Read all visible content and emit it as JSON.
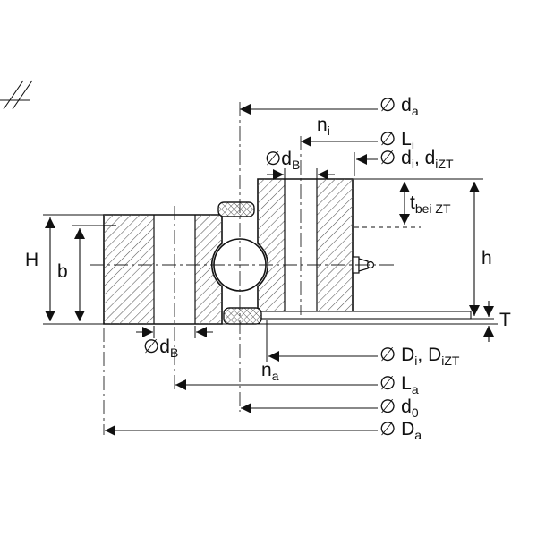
{
  "drawing": {
    "kind": "four-point-contact-slewing-bearing-cross-section",
    "colors": {
      "line": "#111111",
      "background": "#ffffff",
      "hatch": "#555555"
    }
  },
  "labels": {
    "da": {
      "pre": "∅ d",
      "sub": "a"
    },
    "ni": {
      "pre": "n",
      "sub": "i"
    },
    "Li": {
      "pre": "∅ L",
      "sub": "i"
    },
    "dB_top": {
      "pre": "∅d",
      "sub": "B"
    },
    "di": {
      "pre": "∅ d",
      "sub": "i",
      "mid": ", d",
      "sub2": "iZT"
    },
    "t": {
      "pre": "t",
      "sub": "bei ZT"
    },
    "h": {
      "text": "h"
    },
    "H": {
      "text": "H"
    },
    "b": {
      "text": "b"
    },
    "dB_bottom": {
      "pre": "∅d",
      "sub": "B"
    },
    "na": {
      "pre": "n",
      "sub": "a"
    },
    "Di": {
      "pre": "∅ D",
      "sub": "i",
      "mid": ", D",
      "sub2": "iZT"
    },
    "La": {
      "pre": "∅ L",
      "sub": "a"
    },
    "d0": {
      "pre": "∅ d",
      "sub": "0"
    },
    "Da": {
      "pre": "∅ D",
      "sub": "a"
    },
    "T": {
      "text": "T"
    }
  }
}
